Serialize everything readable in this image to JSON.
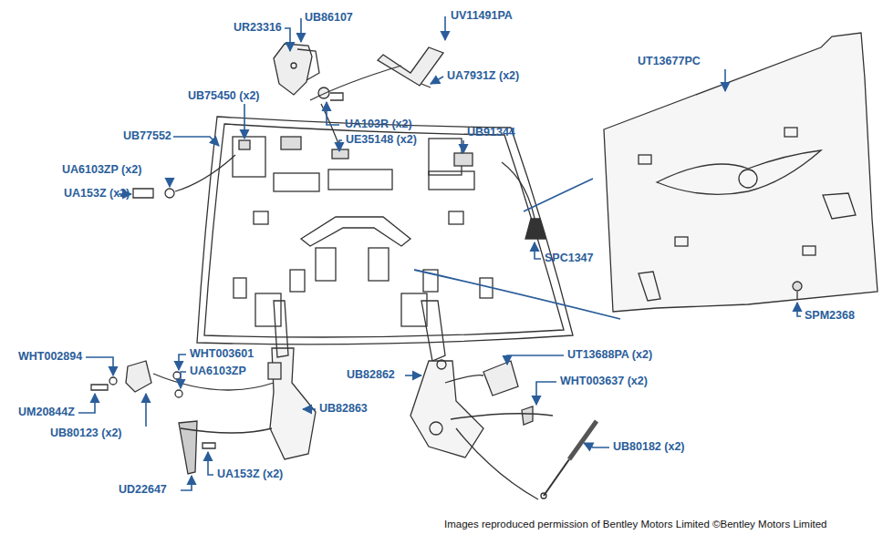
{
  "diagram": {
    "caption": "Images reproduced permission of Bentley Motors Limited ©Bentley Motors Limited",
    "labels": [
      "UR23316",
      "UB86107",
      "UV11491PA",
      "UA7931Z (x2)",
      "UB75450 (x2)",
      "UA103R (x2)",
      "UE35148 (x2)",
      "UB91344",
      "UB77552",
      "UA6103ZP (x2)",
      "UA153Z (x2)",
      "UT13677PC",
      "SPC1347",
      "SPM2368",
      "WHT002894",
      "WHT003601",
      "UA6103ZP",
      "UB82862",
      "UT13688PA (x2)",
      "WHT003637 (x2)",
      "UM20844Z",
      "UB82863",
      "UB80123 (x2)",
      "UB80182 (x2)",
      "UA153Z (x2)",
      "UD22647"
    ]
  }
}
